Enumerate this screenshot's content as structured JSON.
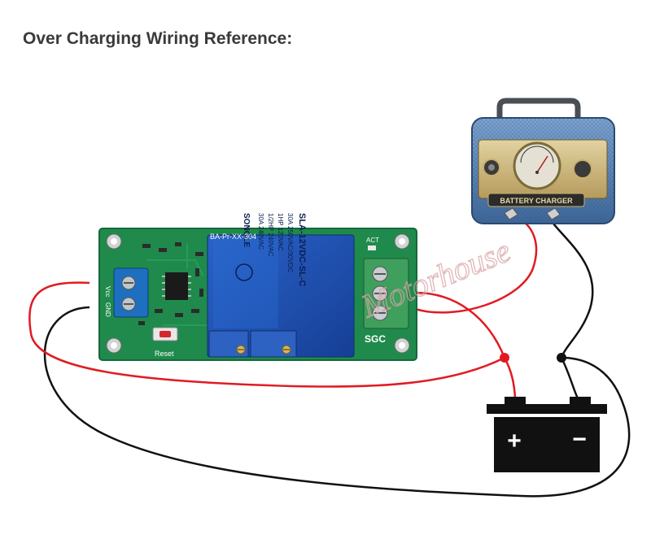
{
  "title": "Over Charging Wiring Reference:",
  "watermark": "Motorhouse",
  "relay_module": {
    "model_label": "BA-Pr-XX-304",
    "act_label": "ACT",
    "vcc_label": "Vcc",
    "gnd_label": "GND",
    "reset_label": "Reset",
    "terminal_label": "SGC",
    "relay": {
      "model": "SLA-12VDC-SL-C",
      "brand": "SONGLE",
      "rating_1": "30A 250VAC/30VDC",
      "rating_2": "1HP 120VAC",
      "rating_3": "1/2HP 240VAC",
      "rating_4": "30A 240VAC"
    }
  },
  "charger": {
    "label": "BATTERY CHARGER"
  },
  "battery": {
    "positive_symbol": "+",
    "negative_symbol": "−"
  },
  "colors": {
    "wire_red": "#e11b22",
    "wire_black": "#111111",
    "pcb_green": "#1f8a4c",
    "relay_blue": "#1a4fb5",
    "charger_blue": "#5b86b8",
    "terminal_green": "#3f9f5c"
  }
}
